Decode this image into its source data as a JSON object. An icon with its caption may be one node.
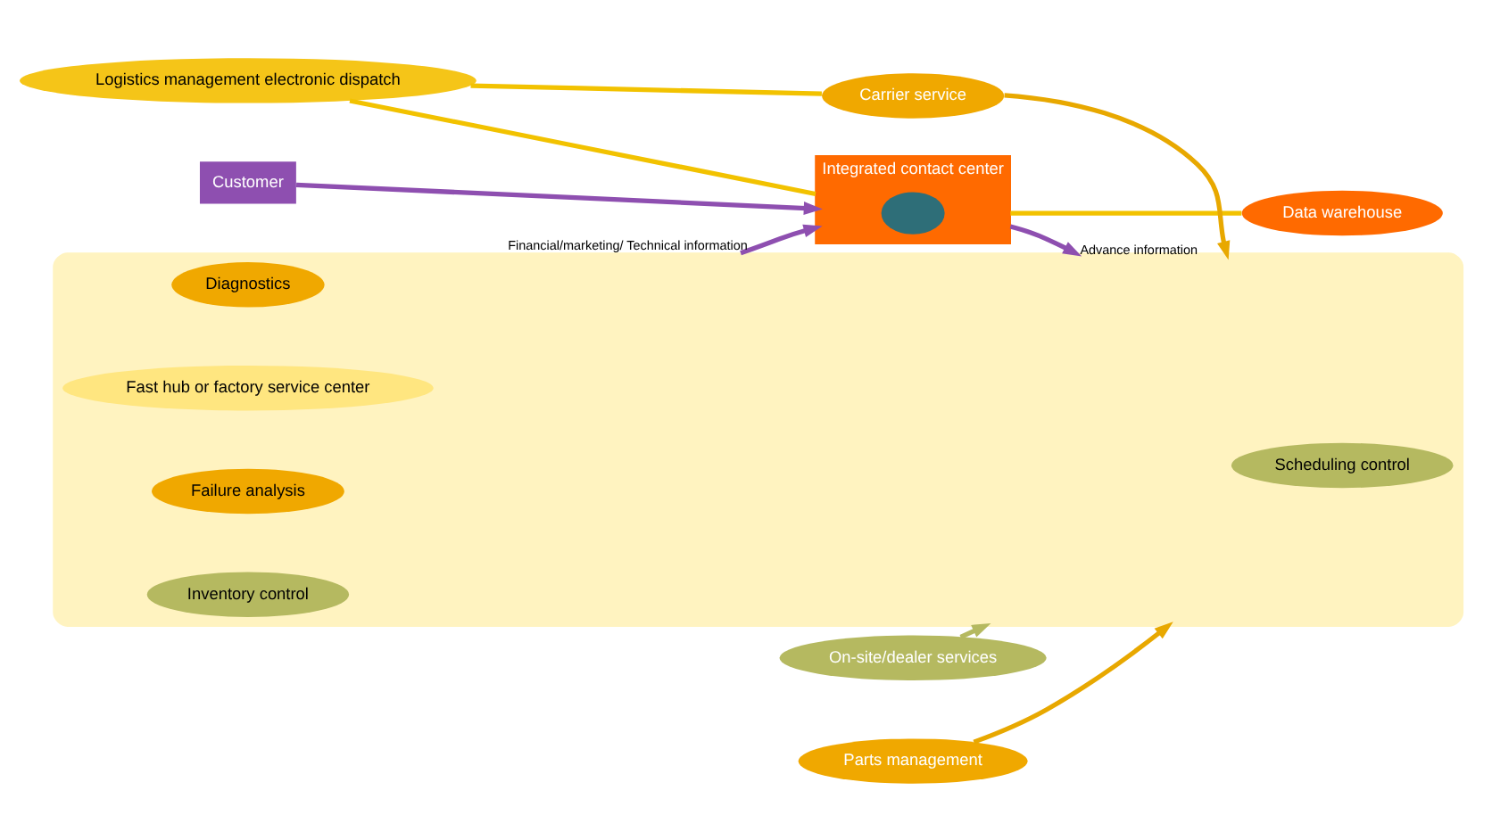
{
  "diagram": {
    "nodes": [
      {
        "text": [
          "Customer"
        ]
      },
      {
        "text": [
          "Logistics management electronic dispatch"
        ]
      },
      {
        "text": [
          "Integrated contact center"
        ]
      },
      {
        "text": [],
        "shape": "ellipse",
        "in": 2
      },
      {
        "text": [
          "Data warehouse"
        ]
      },
      {
        "text": [
          "Carrier service"
        ]
      },
      {
        "text": [
          "On-site/dealer services"
        ]
      },
      {
        "text": [
          "Parts management"
        ]
      },
      {
        "text": [],
        "shape": "ellipse"
      },
      {
        "text": [
          "Scheduling control"
        ],
        "in": 8
      },
      {
        "text": [
          "Diagnostics"
        ],
        "in": 8
      },
      {
        "text": [
          "Fast hub or factory service center"
        ],
        "in": 8
      },
      {
        "text": [
          "Failure analysis"
        ],
        "in": 8
      },
      {
        "text": [
          "Inventory control"
        ],
        "in": 8
      }
    ],
    "edges": [
      {
        "from": 0,
        "to": 2,
        "arrow": "to",
        "color": "#8e4fb0"
      },
      {
        "from": 1,
        "to": 2,
        "arrow": "none",
        "color": "#f2c200"
      },
      {
        "from": 1,
        "to": 5,
        "arrow": "none",
        "color": "#f2c200"
      },
      {
        "from": 2,
        "to": 8,
        "label": "Advance information",
        "arrow": "to",
        "color": "#8e4fb0"
      },
      {
        "from": 8,
        "to": 2,
        "label": "Financial/marketing/ Technical information",
        "arrow": "to",
        "color": "#8e4fb0"
      },
      {
        "from": 2,
        "to": 4,
        "arrow": "none",
        "color": "#f2c200"
      },
      {
        "from": 5,
        "to": 8,
        "arrow": "to",
        "color": "#e8a800"
      },
      {
        "from": 6,
        "to": 8,
        "arrow": "to",
        "color": "#b5b960"
      },
      {
        "from": 7,
        "to": 8,
        "arrow": "to",
        "color": "#e8a800"
      }
    ]
  }
}
